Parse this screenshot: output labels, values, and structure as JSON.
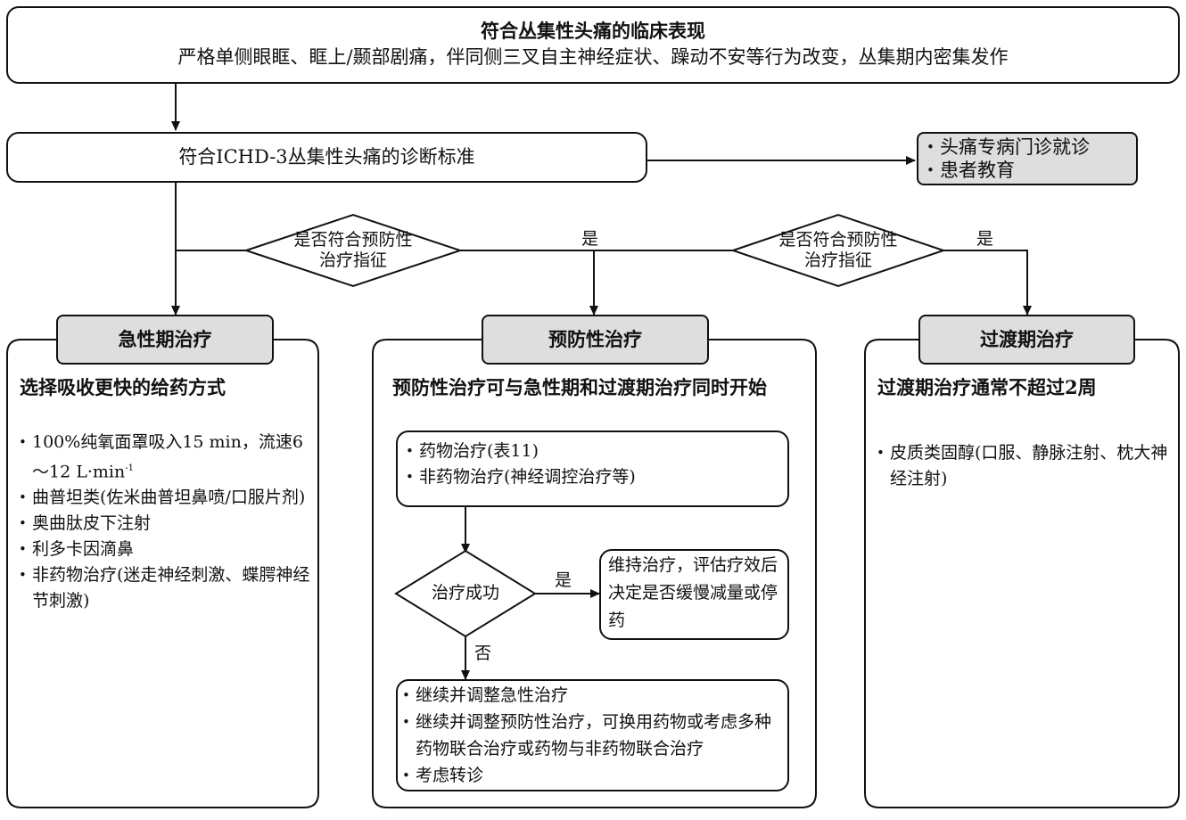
{
  "clinical": {
    "title": "符合丛集性头痛的临床表现",
    "desc": "严格单侧眼眶、眶上/颞部剧痛，伴同侧三叉自主神经症状、躁动不安等行为改变，丛集期内密集发作"
  },
  "diagnosis": {
    "text": "符合ICHD-3丛集性头痛的诊断标准"
  },
  "referral": {
    "items": [
      "头痛专病门诊就诊",
      "患者教育"
    ]
  },
  "decision_left": {
    "line1": "是否符合预防性",
    "line2": "治疗指征",
    "yes": "是"
  },
  "decision_right": {
    "line1": "是否符合预防性",
    "line2": "治疗指征",
    "yes": "是"
  },
  "acute": {
    "tab": "急性期治疗",
    "heading": "选择吸收更快的给药方式",
    "item1_pre": "100%纯氧面罩吸入15 min，流速6～12 L·min",
    "item1_sup": "-1",
    "items": [
      "曲普坦类(佐米曲普坦鼻喷/口服片剂)",
      "奥曲肽皮下注射",
      "利多卡因滴鼻",
      "非药物治疗(迷走神经刺激、蝶腭神经节刺激)"
    ]
  },
  "preventive": {
    "tab": "预防性治疗",
    "heading": "预防性治疗可与急性期和过渡期治疗同时开始",
    "therapy_items": [
      "药物治疗(表11)",
      "非药物治疗(神经调控治疗等)"
    ],
    "success_question": "治疗成功",
    "yes": "是",
    "no": "否",
    "maintain": "维持治疗，评估疗效后决定是否缓慢减量或停药",
    "fail_items": [
      "继续并调整急性治疗",
      "继续并调整预防性治疗，可换用药物或考虑多种药物联合治疗或药物与非药物联合治疗",
      "考虑转诊"
    ]
  },
  "transition": {
    "tab": "过渡期治疗",
    "heading": "过渡期治疗通常不超过2周",
    "items": [
      "皮质类固醇(口服、静脉注射、枕大神经注射)"
    ]
  }
}
